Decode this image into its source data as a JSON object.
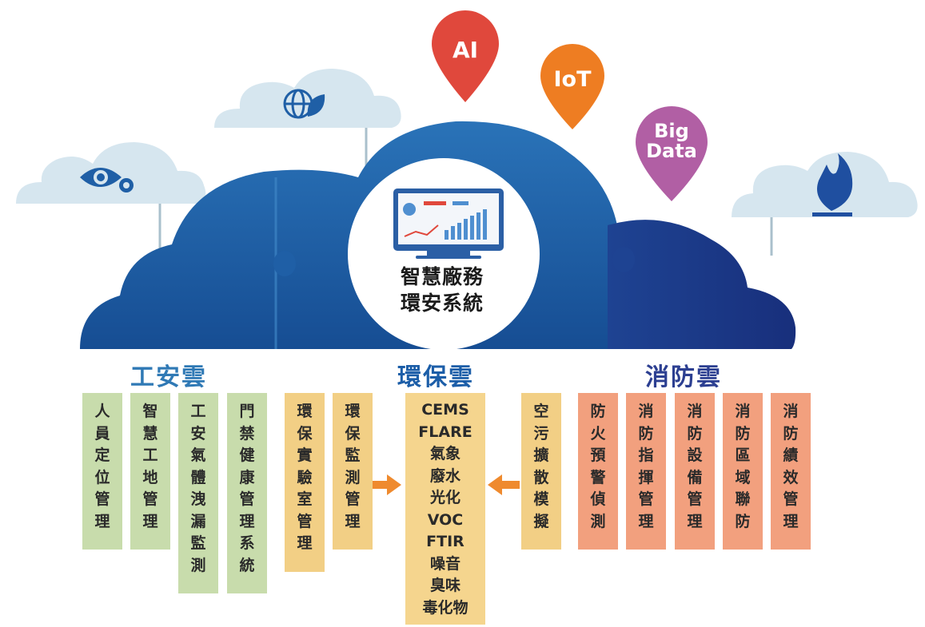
{
  "pins": {
    "ai": "AI",
    "iot": "IoT",
    "bigdata_line1": "Big",
    "bigdata_line2": "Data"
  },
  "center": {
    "title_line1": "智慧廠務",
    "title_line2": "環安系統"
  },
  "categories": {
    "industrial_safety": "工安雲",
    "environmental": "環保雲",
    "fire": "消防雲"
  },
  "industrial_columns": [
    "人員定位管理",
    "智慧工地管理",
    "工安氣體洩漏監測",
    "門禁健康管理系統"
  ],
  "environmental_left_columns": [
    "環保實驗室管理",
    "環保監測管理"
  ],
  "environmental_center": [
    "CEMS",
    "FLARE",
    "氣象",
    "廢水",
    "光化",
    "VOC",
    "FTIR",
    "噪音",
    "臭味",
    "毒化物"
  ],
  "environmental_right_columns": [
    "空污擴散模擬"
  ],
  "fire_columns": [
    "防火預警偵測",
    "消防指揮管理",
    "消防設備管理",
    "消防區域聯防",
    "消防績效管理"
  ],
  "colors": {
    "cloud_main": "#1b5aa0",
    "cloud_dark": "#1f3a8a",
    "cloud_light": "#d6e6ef",
    "pin_ai": "#e0483c",
    "pin_iot": "#ee7d22",
    "pin_bigdata": "#b15fa4",
    "industrial_title": "#2f79b5",
    "environmental_title": "#1c5ea8",
    "fire_title": "#2c3f91",
    "green_box": "#c8dcac",
    "tan_box": "#f2cf85",
    "salmon_box": "#f2a07e",
    "arrow": "#ef8a2e"
  },
  "icons": [
    "eye-gear-icon",
    "globe-leaf-icon",
    "flame-icon",
    "dashboard-monitor-icon"
  ]
}
